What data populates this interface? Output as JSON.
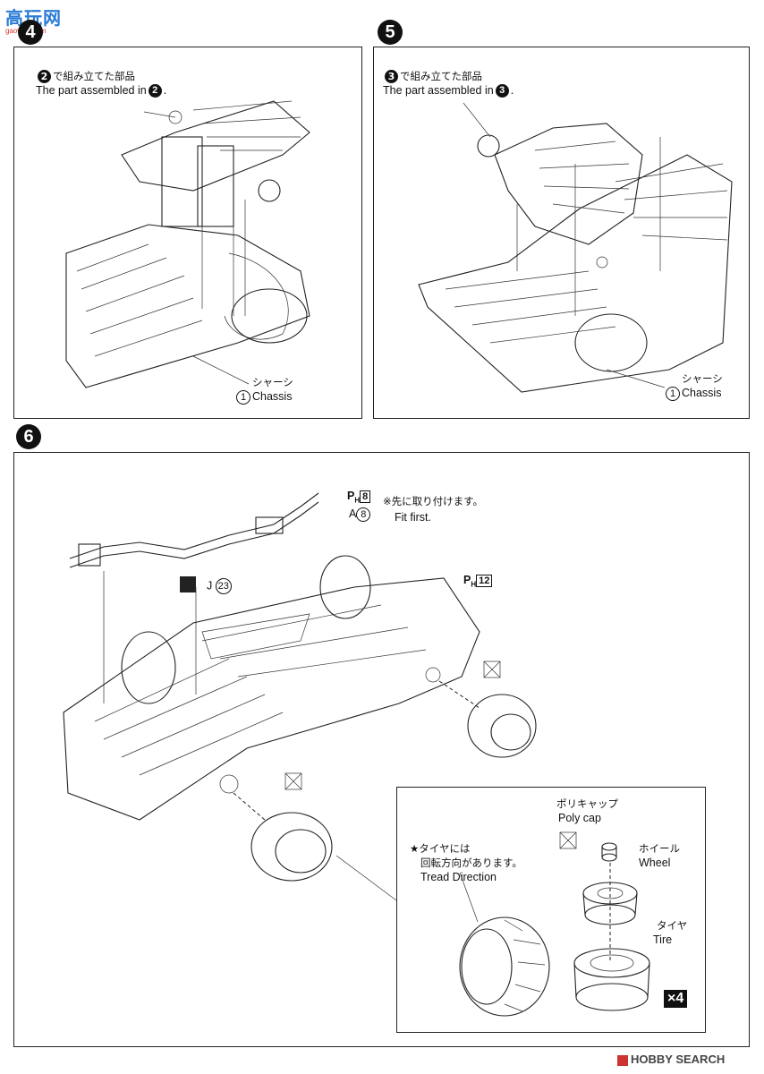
{
  "watermark": {
    "top_text": "高玩网",
    "sub_text": "gaowan.com"
  },
  "step4": {
    "number": "4",
    "jp_label": "で組み立てた部品",
    "en_label": "The part assembled in",
    "ref_step": "2",
    "chassis_num": "1",
    "chassis_jp": "シャーシ",
    "chassis_en": "Chassis"
  },
  "step5": {
    "number": "5",
    "jp_label": "で組み立てた部品",
    "en_label": "The part assembled in",
    "ref_step": "3",
    "chassis_num": "1",
    "chassis_jp": "シャーシ",
    "chassis_en": "Chassis"
  },
  "step6": {
    "number": "6",
    "part_ph8_prefix": "P",
    "part_ph8_sub": "H",
    "part_ph8_num": "8",
    "part_a8_prefix": "A",
    "part_a8_num": "8",
    "fit_first_jp": "※先に取り付けます。",
    "fit_first_en": "Fit first.",
    "part_ph12_prefix": "P",
    "part_ph12_sub": "H",
    "part_ph12_num": "12",
    "part_j_prefix": "J",
    "part_j_num": "23"
  },
  "tire_inset": {
    "polycap_jp": "ポリキャップ",
    "polycap_en": "Poly cap",
    "wheel_jp": "ホイール",
    "wheel_en": "Wheel",
    "tire_jp": "タイヤ",
    "tire_en": "Tire",
    "tread_jp_1": "★タイヤには",
    "tread_jp_2": "回転方向があります。",
    "tread_en": "Tread Direction",
    "quantity": "×4"
  },
  "footer": {
    "brand": "HOBBY SEARCH"
  }
}
